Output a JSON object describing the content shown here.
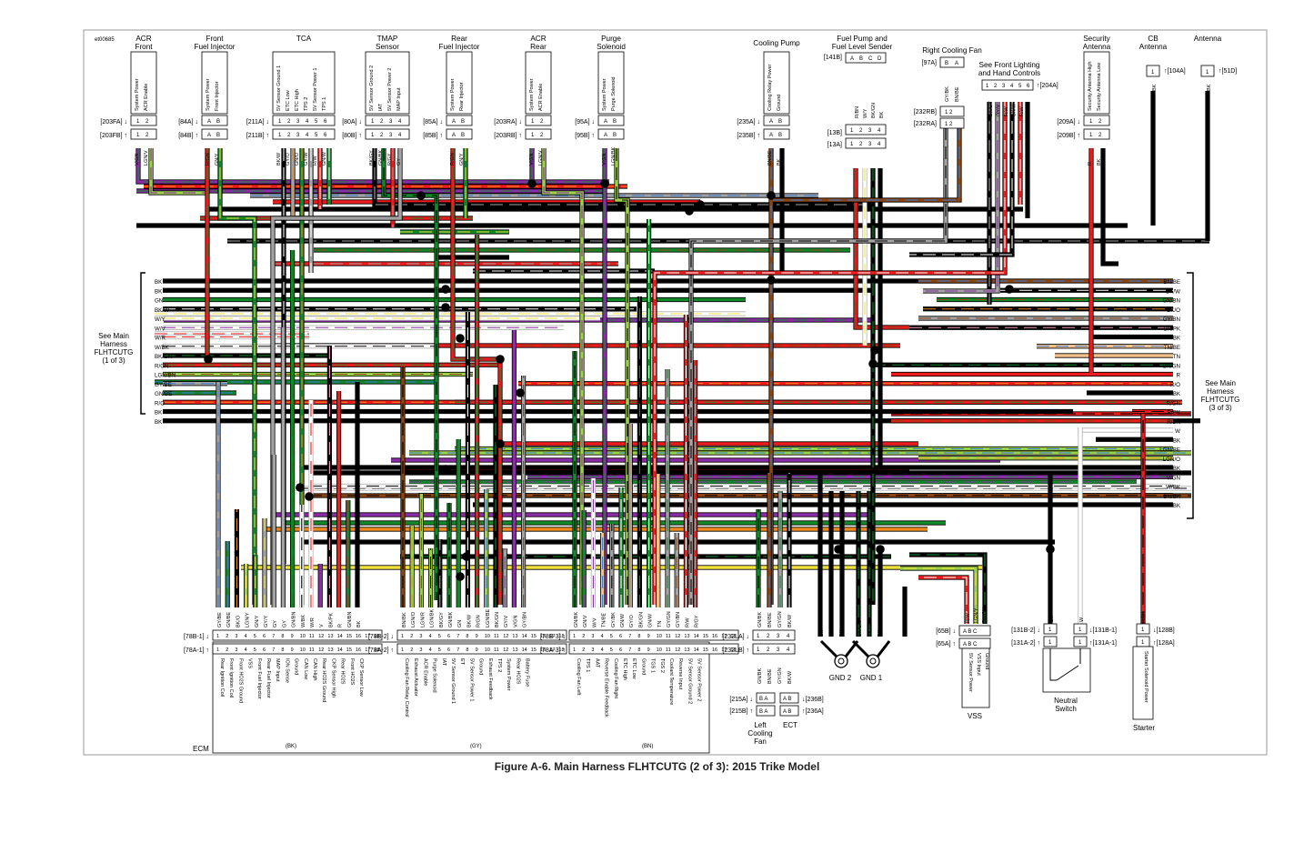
{
  "figure_id": "et00685",
  "caption": "Figure A-6. Main Harness FLHTCUTG (2 of 3): 2015 Trike Model",
  "top_components": [
    {
      "title": "ACR\nFront",
      "refs": [
        "[203FA]",
        "[203FB]"
      ],
      "pins": [
        "System Power",
        "ACR Enable"
      ],
      "wires": [
        "V/GN",
        "LGN/V"
      ],
      "pin_nums": [
        "1",
        "2"
      ]
    },
    {
      "title": "Front\nFuel Injector",
      "refs": [
        "[84A]",
        "[84B]"
      ],
      "pins": [
        "System Power",
        "Front Injector"
      ],
      "wires": [
        "R/GN",
        "GN/Y"
      ],
      "pin_nums": [
        "A",
        "B"
      ]
    },
    {
      "title": "TCA",
      "refs": [
        "[211A]",
        "[211B]"
      ],
      "pins": [
        "5V Sensor Ground 1",
        "ETC Low",
        "ETC High",
        "TPS 2",
        "5V Sensor Power 1",
        "TPS 1"
      ],
      "wires": [
        "BK/W",
        "GY/O",
        "GN/O",
        "GY/W",
        "R/W",
        "GN/W"
      ],
      "pin_nums": [
        "1",
        "2",
        "3",
        "4",
        "5",
        "6"
      ]
    },
    {
      "title": "TMAP\nSensor",
      "refs": [
        "[80A]",
        "[80B]"
      ],
      "pins": [
        "5V Sensor Ground 2",
        "IAT",
        "5V Sensor Power 2",
        "MAP Input"
      ],
      "wires": [
        "BK/GY",
        "GN/BK",
        "R/GY",
        "GY"
      ],
      "pin_nums": [
        "1",
        "2",
        "3",
        "4"
      ]
    },
    {
      "title": "Rear\nFuel Injector",
      "refs": [
        "[85A]",
        "[85B]"
      ],
      "pins": [
        "System Power",
        "Rear Injector"
      ],
      "wires": [
        "R/GN",
        "GN/Y"
      ],
      "pin_nums": [
        "A",
        "B"
      ]
    },
    {
      "title": "ACR\nRear",
      "refs": [
        "[203RA]",
        "[203RB]"
      ],
      "pins": [
        "System Power",
        "ACR Enable"
      ],
      "wires": [
        "V/GN",
        "LGN/V"
      ],
      "pin_nums": [
        "1",
        "2"
      ]
    },
    {
      "title": "Purge\nSolenoid",
      "refs": [
        "[95A]",
        "[95B]"
      ],
      "pins": [
        "System Power",
        "Purge Solenoid"
      ],
      "wires": [
        "V/GN",
        "LGN/BK"
      ],
      "pin_nums": [
        "A",
        "B"
      ]
    },
    {
      "title": "Cooling Pump",
      "refs": [
        "[235A]",
        "[235B]"
      ],
      "pins": [
        "Cooling Relay Power",
        "Ground"
      ],
      "wires": [
        "BN/BE",
        "BK"
      ],
      "pin_nums": [
        "A",
        "B"
      ]
    },
    {
      "title": "Fuel Pump and\nFuel Level Sender",
      "refs": [
        "[141B]",
        "[13B]",
        "[13A]"
      ],
      "pins": [],
      "wires": [
        "R/BN",
        "W/Y",
        "BK/GN",
        "BK"
      ],
      "pin_nums": [
        "A",
        "B",
        "C",
        "D"
      ]
    },
    {
      "title": "Right Cooling Fan",
      "refs": [
        "[97A]",
        "[232RB]",
        "[232RA]"
      ],
      "pins": [],
      "wires": [
        "GY/BK",
        "BN/BE"
      ],
      "pin_nums": [
        "B",
        "A"
      ]
    },
    {
      "title": "See Front Lighting\nand Hand Controls",
      "refs": [
        "[204A]"
      ],
      "pins": [],
      "wires": [
        "BK/GY",
        "GY/V",
        "R/W",
        "BK/W",
        "R/W"
      ],
      "pin_nums": [
        "1",
        "2",
        "3",
        "4",
        "5",
        "6"
      ]
    },
    {
      "title": "Security\nAntenna",
      "refs": [
        "[209A]",
        "[209B]"
      ],
      "pins": [
        "Security Antenna High",
        "Security Antenna Low"
      ],
      "wires": [
        "R",
        "BK"
      ],
      "pin_nums": [
        "1",
        "2"
      ]
    },
    {
      "title": "CB\nAntenna",
      "refs": [
        "[104A]"
      ],
      "pins": [],
      "wires": [
        "BK"
      ],
      "pin_nums": [
        "1"
      ]
    },
    {
      "title": "Antenna",
      "refs": [
        "[51D]"
      ],
      "pins": [],
      "wires": [
        "BK"
      ],
      "pin_nums": [
        "1"
      ]
    }
  ],
  "left_harness": {
    "label": "See Main\nHarness\nFLHTCUTG\n(1 of 3)",
    "wires": [
      "BK",
      "BK",
      "GN",
      "BK/W",
      "W/Y",
      "W/V",
      "W/R",
      "W/BK",
      "BK/GN",
      "R/GN",
      "LGN/BN",
      "GY/BE",
      "GN/BE",
      "R/O",
      "BK",
      "BK"
    ]
  },
  "right_harness": {
    "label": "See Main\nHarness\nFLHTCUTG\n(3 of 3)",
    "wires": [
      "BN/BE",
      "BK/W",
      "GN/BN",
      "BK/O",
      "GY/BN",
      "BK/PK",
      "BK",
      "TN/BE",
      "TN",
      "BK/GN",
      "R",
      "R/O",
      "BK",
      "R/GN",
      "R/BK",
      "R/BN",
      "W",
      "BK",
      "LGN/BE",
      "LGN/O",
      "BK",
      "V/GN",
      "W/BK",
      "BN/BK",
      "BK"
    ]
  },
  "ecm": {
    "label": "ECM",
    "connectors": [
      {
        "refs": [
          "[78B-1]",
          "[78A-1]"
        ],
        "color": "(BK)",
        "wires": [
          "GY/BE",
          "GN/BE",
          "BK/O",
          "LGN/Y",
          "GN/Y",
          "GY/Y",
          "GY",
          "GY",
          "GN/BN",
          "W/BK",
          "W/R",
          "V",
          "BK/PK",
          "R",
          "GN/BN",
          "BK",
          "",
          ""
        ],
        "pins": [
          "Rear Ignition Coil",
          "Front Ignition Coil",
          "Front HO2S Ground",
          "VSS",
          "Front Fuel Injector",
          "Rear Fuel Injector",
          "MAP Input",
          "ION Sense",
          "Ground",
          "CAN Low",
          "CAN High",
          "Rear HO2S Ground",
          "CKP Sensor High",
          "Rear HO2S",
          "Front HO2S",
          "CKP Sensor Low",
          "",
          ""
        ]
      },
      {
        "refs": [
          "[78B-2]",
          "[78A-2]"
        ],
        "color": "(GY)",
        "wires": [
          "BN/BK",
          "LGN/O",
          "LGN/R",
          "LGN/BK",
          "BK/GY",
          "GN/BK",
          "GN",
          "BK/W",
          "R/GN",
          "LGN/BE",
          "BK/GN",
          "GY/V",
          "V/GN",
          "GY/BN",
          "",
          "",
          "",
          ""
        ],
        "pins": [
          "Cooling Fan Relay Control",
          "Exhaust Actuator",
          "ACR Enable",
          "Purge Solenoid",
          "IAT",
          "5V Sensor Ground 1",
          "ET",
          "5V Sensor Power 1",
          "Ground",
          "Exhaust Feedback",
          "TPS 2",
          "System Power",
          "Rear HO2S",
          "Battery Fuse",
          "",
          "",
          "",
          ""
        ]
      },
      {
        "refs": [
          "[78B-3]",
          "[78A-3]"
        ],
        "color": "(BN)",
        "wires": [
          "GN/BK",
          "GN/V",
          "W/V",
          "TN/BE",
          "GY/BK",
          "GN/W",
          "GY/O",
          "BK/GN",
          "GN/W",
          "TN",
          "GY/GN",
          "GY/BN",
          "R/W",
          "R/GY",
          "",
          "",
          "",
          ""
        ],
        "pins": [
          "Cooling Fan Left",
          "TPS 1",
          "AAT",
          "Reverse Enable Feedback",
          "Cooling Fan Right",
          "ETC High",
          "ETC Low",
          "Ground",
          "TGS 1",
          "TGS 2",
          "Coolant Temperature",
          "Reverse Input",
          "5V Sensor Ground 2",
          "5V Sensor Power 2",
          "",
          "",
          "",
          ""
        ]
      }
    ]
  },
  "bottom_components": [
    {
      "title": "Left\nCooling\nFan",
      "refs": [
        "[232LA]",
        "[232LB]",
        "[215A]",
        "[215B]"
      ],
      "wires": [
        "GN/BK",
        "BN/BE",
        "GY/GN",
        "BK/W"
      ],
      "pin_nums": [
        "1",
        "2",
        "3",
        "4"
      ]
    },
    {
      "title": "ECT",
      "refs": [
        "[236B]",
        "[236A]"
      ],
      "wires": [
        "GY/GN",
        "BK/W"
      ],
      "pin_nums": [
        "A",
        "B"
      ]
    },
    {
      "title": "GND 2",
      "refs": [],
      "wires": [
        "BK",
        "BK",
        "BK"
      ],
      "pin_nums": []
    },
    {
      "title": "GND 1",
      "refs": [],
      "wires": [
        "BK/GN",
        "BK/GN",
        "BK"
      ],
      "pin_nums": []
    },
    {
      "title": "VSS",
      "refs": [
        "[65B]",
        "[65A]"
      ],
      "pins": [
        "5V Sensor Power",
        "VSS Input",
        "Ground"
      ],
      "wires": [
        "R/W",
        "LGN/Y",
        "BK/GN"
      ],
      "pin_nums": [
        "A",
        "B",
        "C"
      ]
    },
    {
      "title": "Neutral\nSwitch",
      "refs": [
        "[131B-2]",
        "[131A-2]",
        "[131B-1]",
        "[131A-1]"
      ],
      "wires": [
        "BK",
        "W"
      ],
      "pin_nums": [
        "1",
        "1"
      ]
    },
    {
      "title": "Starter",
      "refs": [
        "[128B]",
        "[128A]"
      ],
      "pins": [
        "Starter Solenoid Power"
      ],
      "wires": [
        "R/BK"
      ],
      "pin_nums": [
        "1"
      ]
    }
  ],
  "colors": {
    "BK": "#000000",
    "R": "#ee1c1c",
    "GN": "#138a2a",
    "V": "#8b2ca8",
    "W": "#ffffff",
    "GY": "#a3a3a3",
    "BN": "#8b4513",
    "BE": "#3a7bd5",
    "LGN": "#9bd04a",
    "Y": "#f2e33a",
    "O": "#f08c1e",
    "TN": "#f2c18c",
    "PK": "#f49ac1"
  }
}
